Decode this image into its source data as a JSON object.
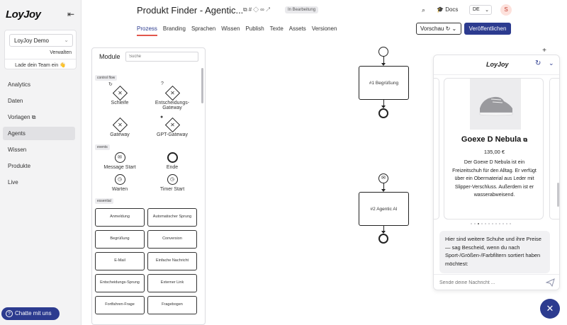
{
  "sidebar": {
    "logo": "LoyJoy",
    "org": {
      "name": "LoyJoy Demo",
      "manage": "Verwalten",
      "invite": "Lade dein Team ein 👋"
    },
    "items": [
      {
        "label": "Analytics"
      },
      {
        "label": "Daten"
      },
      {
        "label": "Vorlagen ⧉"
      },
      {
        "label": "Agents"
      },
      {
        "label": "Wissen"
      },
      {
        "label": "Produkte"
      },
      {
        "label": "Live"
      }
    ],
    "active_item": "Agents",
    "chat_button": "Chatte mit uns"
  },
  "header": {
    "title": "Produkt Finder - Agentic...",
    "status": "In Bearbeitung",
    "docs_label": "Docs",
    "language": "DE",
    "avatar_initial": "S",
    "tabs": [
      {
        "label": "Prozess"
      },
      {
        "label": "Branding"
      },
      {
        "label": "Sprachen"
      },
      {
        "label": "Wissen"
      },
      {
        "label": "Publish"
      },
      {
        "label": "Texte"
      },
      {
        "label": "Assets"
      },
      {
        "label": "Versionen"
      }
    ],
    "active_tab": "Prozess",
    "preview_label": "Vorschau",
    "publish_label": "Veröffentlichen"
  },
  "modules": {
    "title": "Module",
    "search_placeholder": "Suche",
    "sections": {
      "control_flow": "control flow",
      "events": "events",
      "essential": "essential"
    },
    "control_flow": [
      {
        "label": "Schleife"
      },
      {
        "label": "Entscheidungs-Gateway"
      },
      {
        "label": "Gateway"
      },
      {
        "label": "GPT-Gateway"
      }
    ],
    "events": [
      {
        "label": "Message Start"
      },
      {
        "label": "Ende"
      },
      {
        "label": "Warten"
      },
      {
        "label": "Timer Start"
      }
    ],
    "essential": [
      {
        "label": "Anmeldung"
      },
      {
        "label": "Automatischer Sprung"
      },
      {
        "label": "Begrüßung"
      },
      {
        "label": "Conversion"
      },
      {
        "label": "E-Mail"
      },
      {
        "label": "Einfache Nachricht"
      },
      {
        "label": "Entscheidungs-Sprung"
      },
      {
        "label": "Externer Link"
      },
      {
        "label": "Fortfahren-Frage"
      },
      {
        "label": "Fragebogen"
      }
    ]
  },
  "flow": {
    "nodes": [
      {
        "label": "#1 Begrüßung"
      },
      {
        "label": "#2 Agentic AI"
      }
    ]
  },
  "chat": {
    "logo": "LoyJoy",
    "product": {
      "name": "Goexe D Nebula",
      "price": "135,00 €",
      "description": "Der Goexe D Nebula ist ein Freizeitschuh für den Alltag. Er verfügt über ein Obermaterial aus Leder mit Slipper-Verschluss. Außerdem ist er wasserabweisend."
    },
    "message": "Hier sind weitere Schuhe und ihre Preise — sag Bescheid, wenn du nach Sport-/Größen-/Farbfiltern sortiert haben möchtest:",
    "input_placeholder": "Sende deine Nachricht ...",
    "carousel_pages": 12,
    "carousel_active": 2
  },
  "colors": {
    "brand": "#2c3b8f",
    "tab_underline": "#e2574c",
    "sidebar_bg": "#f3f3f4"
  }
}
